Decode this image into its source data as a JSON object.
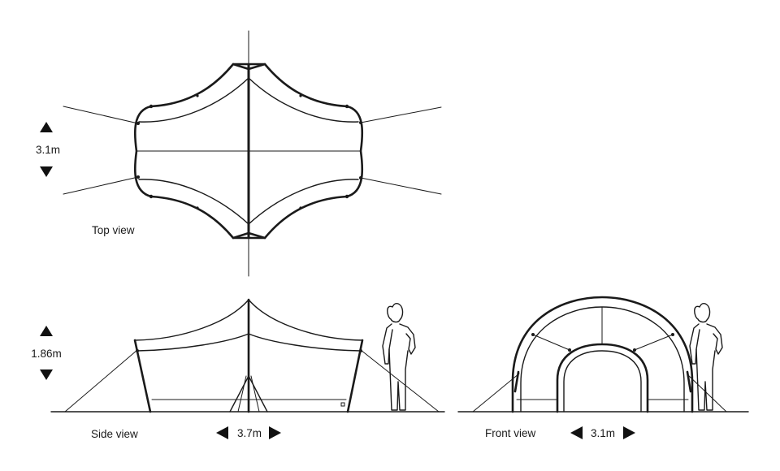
{
  "top_view": {
    "label": "Top view",
    "dimension": "3.1m"
  },
  "side_view": {
    "label": "Side view",
    "height": "1.86m",
    "width": "3.7m"
  },
  "front_view": {
    "label": "Front view",
    "width": "3.1m"
  },
  "colors": {
    "line": "#1a1a1a",
    "background": "#ffffff"
  }
}
